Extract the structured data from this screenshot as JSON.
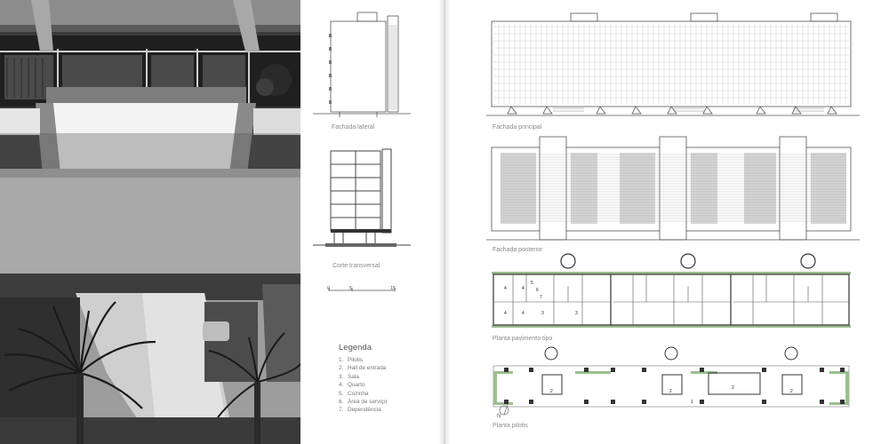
{
  "drawings": {
    "side_facade": "Fachada lateral",
    "cross_section": "Corte transversal",
    "main_facade": "Fachada principal",
    "rear_facade": "Fachada posterior",
    "typical_floor": "Planta pavimento tipo",
    "pilotis_plan": "Planta pilotis"
  },
  "scale_bar": [
    "0",
    "5",
    "15"
  ],
  "north_label": "N",
  "legend": {
    "title": "Legenda",
    "items": [
      {
        "n": "1.",
        "label": "Pilotis"
      },
      {
        "n": "2.",
        "label": "Hall de entrada"
      },
      {
        "n": "3.",
        "label": "Sala"
      },
      {
        "n": "4.",
        "label": "Quarto"
      },
      {
        "n": "5.",
        "label": "Cozinha"
      },
      {
        "n": "6.",
        "label": "Área de serviço"
      },
      {
        "n": "7.",
        "label": "Dependência"
      }
    ]
  },
  "plan_labels": {
    "floor": [
      "4",
      "4",
      "5",
      "6",
      "7",
      "3",
      "4",
      "4",
      "3"
    ],
    "pilotis": [
      "2",
      "2",
      "2",
      "2",
      "1"
    ]
  },
  "colors": {
    "line": "#555555",
    "greenery": "#9bbf8f",
    "photo_dark": "#2b2b2b"
  }
}
